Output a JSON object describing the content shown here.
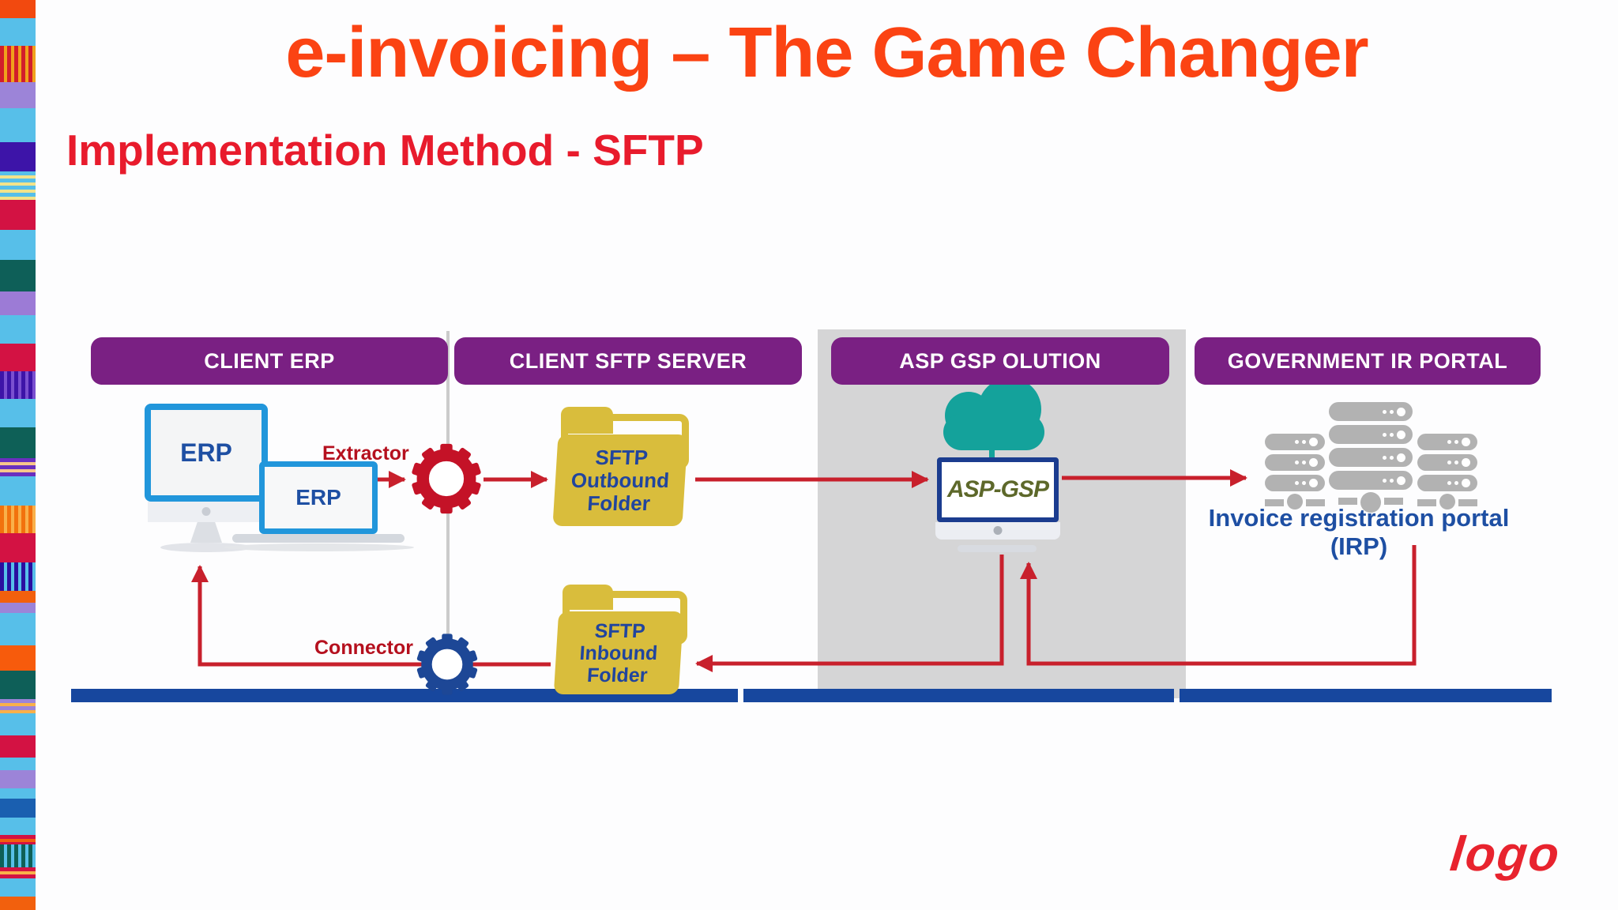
{
  "slide": {
    "title": "e-invoicing – The Game Changer",
    "subtitle": "Implementation Method - SFTP"
  },
  "columns": [
    {
      "id": "client-erp",
      "label": "CLIENT ERP"
    },
    {
      "id": "client-sftp-server",
      "label": "CLIENT SFTP SERVER"
    },
    {
      "id": "asp-gsp-solution",
      "label": "ASP GSP OLUTION"
    },
    {
      "id": "government-ir-portal",
      "label": "GOVERNMENT IR PORTAL"
    }
  ],
  "diagram": {
    "erp_desktop_label": "ERP",
    "erp_laptop_label": "ERP",
    "extractor_label": "Extractor",
    "connector_label": "Connector",
    "outbound_folder": {
      "lines": [
        "SFTP",
        "Outbound",
        "Folder"
      ]
    },
    "inbound_folder": {
      "lines": [
        "SFTP",
        "Inbound",
        "Folder"
      ]
    },
    "asp_gsp_label": "ASP-GSP",
    "irp_caption": "Invoice registration portal (IRP)"
  },
  "branding": {
    "logo_text": "logo"
  },
  "palette": {
    "purple": "#7A2083",
    "red-line": "#C8202C",
    "label-red": "#B5101E",
    "title-orange": "#FB4313",
    "subtitle-red": "#E81B2C",
    "blue-text": "#1E4FA3",
    "bar-navy": "#17479E",
    "yellow": "#D9BD3C",
    "teal": "#14A29B",
    "gear-blue": "#1D4796",
    "gear-red": "#C41227",
    "screen-blue": "#2196DB",
    "asp-navy": "#1B3C8F",
    "asp-text": "#5D682A",
    "server-gray": "#B2B2B2",
    "logo-red": "#E8232E"
  },
  "servers": {
    "stacks": [
      {
        "units": 3,
        "size": "small"
      },
      {
        "units": 4,
        "size": "large"
      },
      {
        "units": 3,
        "size": "small"
      }
    ]
  },
  "decor": {
    "stripe_segments": [
      {
        "p": "s",
        "c": "#F2490F",
        "h": 26
      },
      {
        "p": "s",
        "c": "#57BFE9",
        "h": 41
      },
      {
        "p": "v",
        "c": [
          "#D21E2B",
          "#F0A21C"
        ],
        "h": 52
      },
      {
        "p": "s",
        "c": "#9C84D8",
        "h": 38
      },
      {
        "p": "s",
        "c": "#57BFE9",
        "h": 49
      },
      {
        "p": "s",
        "c": "#3D14A8",
        "h": 43
      },
      {
        "p": "h",
        "c": [
          "#57BFE9",
          "#F2E38A"
        ],
        "h": 41
      },
      {
        "p": "s",
        "c": "#D31243",
        "h": 44
      },
      {
        "p": "s",
        "c": "#57BFE9",
        "h": 43
      },
      {
        "p": "s",
        "c": "#0E5F58",
        "h": 46
      },
      {
        "p": "s",
        "c": "#9C7BD6",
        "h": 35
      },
      {
        "p": "s",
        "c": "#57BFE9",
        "h": 41
      },
      {
        "p": "s",
        "c": "#D31243",
        "h": 40
      },
      {
        "p": "v",
        "c": [
          "#3D14A8",
          "#7A4FD0"
        ],
        "h": 41
      },
      {
        "p": "s",
        "c": "#57BFE9",
        "h": 41
      },
      {
        "p": "s",
        "c": "#0E6057",
        "h": 45
      },
      {
        "p": "h",
        "c": [
          "#6A2FBF",
          "#F8C58B"
        ],
        "h": 26
      },
      {
        "p": "s",
        "c": "#57BFE9",
        "h": 42
      },
      {
        "p": "v",
        "c": [
          "#F2720D",
          "#F9B04A"
        ],
        "h": 41
      },
      {
        "p": "s",
        "c": "#D31243",
        "h": 42
      },
      {
        "p": "v",
        "c": [
          "#2A0FA0",
          "#57BFE9"
        ],
        "h": 41
      },
      {
        "p": "s",
        "c": "#F2600D",
        "h": 18
      },
      {
        "p": "s",
        "c": "#9C84D8",
        "h": 15
      },
      {
        "p": "s",
        "c": "#57BFE9",
        "h": 47
      },
      {
        "p": "s",
        "c": "#F75B0C",
        "h": 36
      },
      {
        "p": "s",
        "c": "#0E5F58",
        "h": 41
      },
      {
        "p": "h",
        "c": [
          "#9C84D8",
          "#F9B04A"
        ],
        "h": 21
      },
      {
        "p": "s",
        "c": "#57BFE9",
        "h": 32
      },
      {
        "p": "s",
        "c": "#D31243",
        "h": 33
      },
      {
        "p": "s",
        "c": "#57BFE9",
        "h": 18
      },
      {
        "p": "s",
        "c": "#9C84D8",
        "h": 26
      },
      {
        "p": "s",
        "c": "#57BFE9",
        "h": 15
      },
      {
        "p": "s",
        "c": "#1A5FB0",
        "h": 28
      },
      {
        "p": "s",
        "c": "#57BFE9",
        "h": 25
      },
      {
        "p": "h",
        "c": [
          "#D31243",
          "#F2600D"
        ],
        "h": 14
      },
      {
        "p": "v",
        "c": [
          "#0E6057",
          "#57BFE9"
        ],
        "h": 33
      },
      {
        "p": "h",
        "c": [
          "#D31243",
          "#F9B04A"
        ],
        "h": 16
      },
      {
        "p": "s",
        "c": "#57BFE9",
        "h": 26
      },
      {
        "p": "s",
        "c": "#F2600D",
        "h": 20
      }
    ]
  }
}
